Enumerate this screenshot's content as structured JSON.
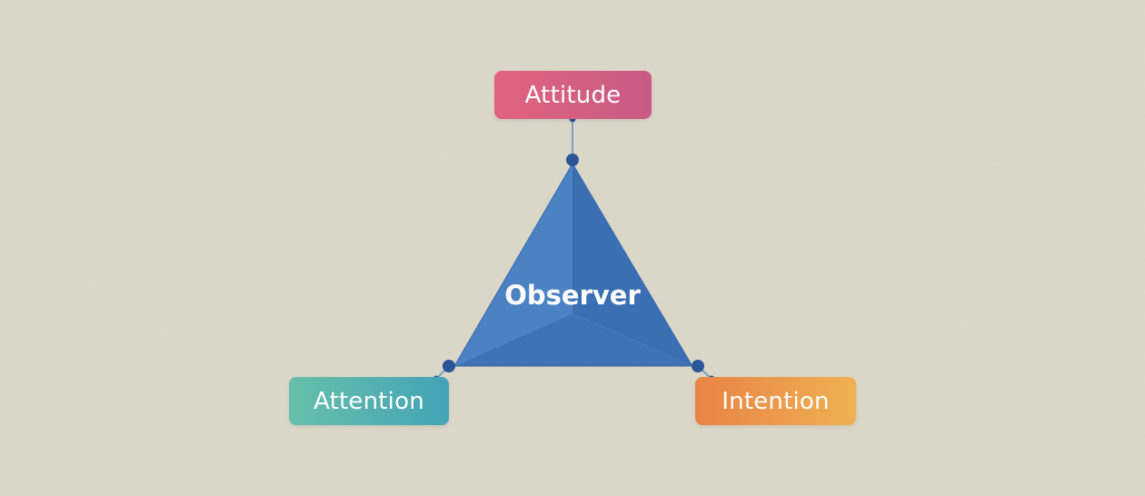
{
  "diagram": {
    "center": {
      "label": "Observer",
      "color": "#3d74b8"
    },
    "nodes": [
      {
        "id": "attitude",
        "label": "Attitude",
        "color": "#d85f80"
      },
      {
        "id": "attention",
        "label": "Attention",
        "color": "#55b2b0"
      },
      {
        "id": "intention",
        "label": "Intention",
        "color": "#ec9a4b"
      }
    ],
    "connector_color": "#2a5596"
  }
}
